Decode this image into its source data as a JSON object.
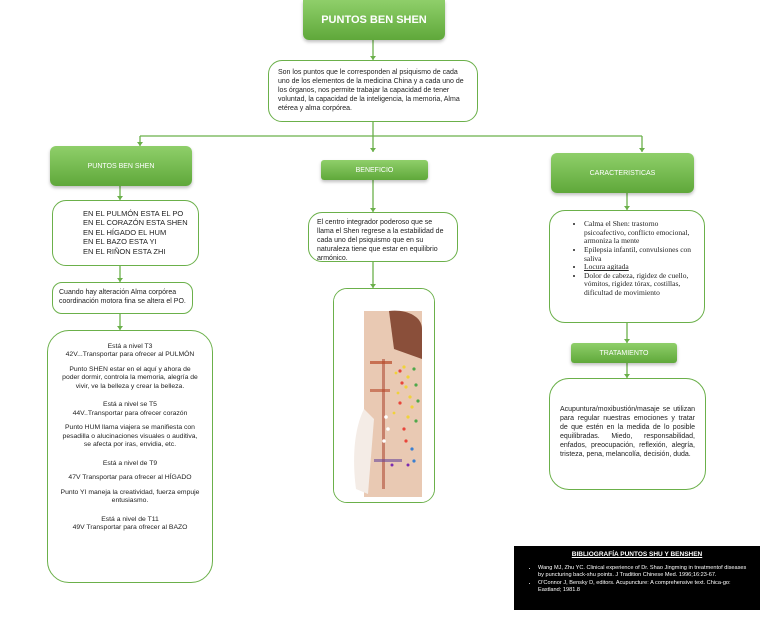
{
  "title": "PUNTOS BEN SHEN",
  "intro": "Son los puntos que le corresponden al psiquismo de cada uno de los elementos de la medicina China y a cada uno de los órganos, nos permite trabajar la capacidad de tener voluntad, la capacidad de la inteligencia, la memoria, Alma etérea y alma corpórea.",
  "headers": {
    "left": "PUNTOS BEN SHEN",
    "mid": "BENEFICIO",
    "right": "CARACTERISTICAS",
    "treatment": "TRATAMIENTO"
  },
  "left_col": {
    "organs": [
      "EN EL PULMÓN ESTA EL PO",
      "EN EL CORAZÓN ESTA SHEN",
      "EN EL HÍGADO EL HUM",
      "EN EL BAZO ESTA YI",
      "EN EL RIÑON ESTA ZHI"
    ],
    "alteration": "Cuando hay alteración Alma corpórea coordinación motora fina se altera el PO.",
    "levels": [
      "Está a nivel T3",
      "42V...Transportar para ofrecer al PULMÓN",
      "Punto SHEN estar en el aquí y ahora de poder dormir, controla la memoria, alegría de vivir, ve la belleza y crear la belleza.",
      "Está a nivel se T5",
      "44V..Transportar para ofrecer corazón",
      "Punto HUM llama viajera se manifiesta con pesadilla o alucinaciones visuales o auditiva, se afecta por iras, envidia, etc.",
      "Está a nivel de T9",
      "47V Transportar para ofrecer al HÍGADO",
      "Punto YI maneja la creatividad, fuerza empuje entusiasmo.",
      "Está a nivel de T11",
      "49V Transportar para ofrecer al BAZO"
    ]
  },
  "benefit": "El centro integrador poderoso que se llama el Shen regrese a la estabilidad de cada uno del psiquismo que en su naturaleza tiene que estar en equilibrio armónico.",
  "characteristics": [
    "Calma el Shen: trastorno psicoafectivo, conflicto emocional, armoniza la mente",
    "Epilepsia infantil, convulsiones con saliva",
    "Locura agitada",
    "Dolor de cabeza, rigidez de cuello, vómitos, rigidez tórax, costillas, dificultad de movimiento"
  ],
  "treatment": "Acupuntura/moxibustión/masaje se utilizan para regular nuestras emociones y tratar de que estén en la medida de lo posible equilibradas. Miedo, responsabilidad, enfados, preocupación, reflexión, alegría, tristeza, pena, melancolía, decisión, duda.",
  "bibliography": {
    "title": "BIBLIOGRAFÍA PUNTOS SHU Y BENSHEN",
    "items": [
      "Wang MJ, Zhu YC. Clinical experience of Dr. Shao Jingming in treatmentof diseases by puncturing back-shu points. J Tradition Chinese Med. 1996;16:23-67.",
      "O'Connor J, Bensky D, editors. Acupuncture: A comprehensive text. Chica-go: Eastland; 1981.8"
    ]
  },
  "colors": {
    "accent": "#6bb04a",
    "header_top": "#8fcf6a",
    "header_bottom": "#5fa83a"
  }
}
